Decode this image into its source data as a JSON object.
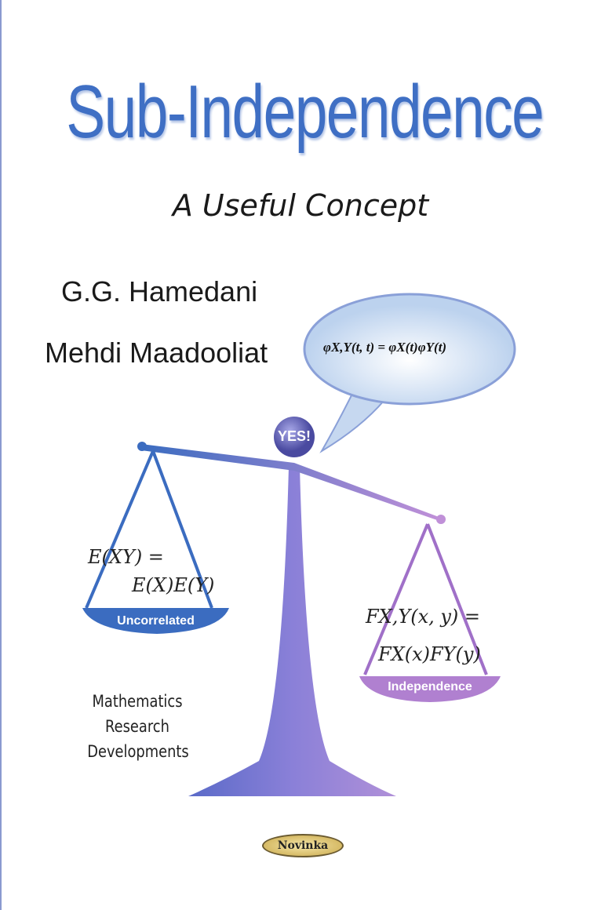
{
  "title": "Sub-Independence",
  "subtitle": "A Useful Concept",
  "authors": [
    "G.G. Hamedani",
    "Mehdi Maadooliat"
  ],
  "bubble_formula": "φX,Y(t, t) = φX(t)φY(t)",
  "pivot_label": "YES!",
  "left_pan": {
    "formula_line1": "E(XY) =",
    "formula_line2": "E(X)E(Y)",
    "label": "Uncorrelated"
  },
  "right_pan": {
    "formula_line1": "FX,Y(x, y) =",
    "formula_line2": "FX(x)FY(y)",
    "label": "Independence"
  },
  "series": [
    "Mathematics",
    "Research",
    "Developments"
  ],
  "publisher": "Novinka",
  "colors": {
    "title": "#3f6fc4",
    "left": "#3b6cc0",
    "right": "#a070c8"
  }
}
